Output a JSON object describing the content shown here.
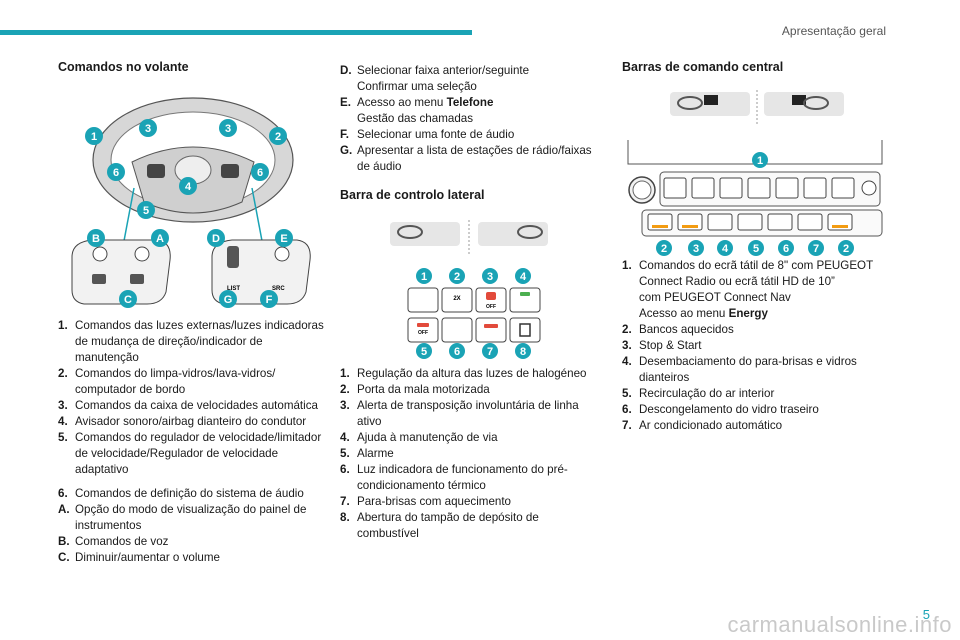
{
  "header": {
    "section": "Apresentação geral"
  },
  "col1": {
    "title": "Comandos no volante",
    "labels": [
      "1",
      "3",
      "3",
      "2",
      "6",
      "6",
      "4",
      "5",
      "B",
      "A",
      "D",
      "E",
      "C",
      "G",
      "F"
    ],
    "items": [
      {
        "num": "1.",
        "text": "Comandos das luzes externas/luzes indicadoras de mudança de direção/indicador de manutenção"
      },
      {
        "num": "2.",
        "text": "Comandos do limpa-vidros/lava-vidros/ computador de bordo"
      },
      {
        "num": "3.",
        "text": "Comandos da caixa de velocidades automática"
      },
      {
        "num": "4.",
        "text": "Avisador sonoro/airbag dianteiro do condutor"
      },
      {
        "num": "5.",
        "text": "Comandos do regulador de velocidade/limitador de velocidade/Regulador de velocidade adaptativo"
      },
      {
        "num": "6.",
        "text": "Comandos de definição do sistema de áudio"
      },
      {
        "num": "A.",
        "text": "Opção do modo de visualização do painel de instrumentos"
      },
      {
        "num": "B.",
        "text": "Comandos de voz"
      },
      {
        "num": "C.",
        "text": "Diminuir/aumentar o volume"
      }
    ],
    "pad_labels": [
      "LIST",
      "SRC"
    ]
  },
  "col2": {
    "items_top": [
      {
        "num": "D.",
        "line1": "Selecionar faixa anterior/seguinte",
        "line2": "Confirmar uma seleção"
      },
      {
        "num": "E.",
        "line1_pre": "Acesso ao menu ",
        "line1_bold": "Telefone",
        "line2": "Gestão das chamadas"
      },
      {
        "num": "F.",
        "line1": "Selecionar uma fonte de áudio"
      },
      {
        "num": "G.",
        "line1": "Apresentar a lista de estações de rádio/faixas de áudio"
      }
    ],
    "title": "Barra de controlo lateral",
    "labels": [
      "1",
      "2",
      "3",
      "4",
      "5",
      "6",
      "7",
      "8"
    ],
    "icon_text": [
      "2X",
      "OFF",
      "OFF"
    ],
    "items": [
      {
        "num": "1.",
        "text": "Regulação da altura das luzes de halogéneo"
      },
      {
        "num": "2.",
        "text": "Porta da mala motorizada"
      },
      {
        "num": "3.",
        "text": "Alerta de transposição involuntária de linha ativo"
      },
      {
        "num": "4.",
        "text": "Ajuda à manutenção de via"
      },
      {
        "num": "5.",
        "text": "Alarme"
      },
      {
        "num": "6.",
        "text": "Luz indicadora de funcionamento do pré-condicionamento térmico"
      },
      {
        "num": "7.",
        "text": "Para-brisas com aquecimento"
      },
      {
        "num": "8.",
        "text": "Abertura do tampão de depósito de combustível"
      }
    ]
  },
  "col3": {
    "title": "Barras de comando central",
    "labels": [
      "1",
      "2",
      "3",
      "4",
      "5",
      "6",
      "7",
      "2"
    ],
    "items": [
      {
        "num": "1.",
        "lines": [
          "Comandos do ecrã tátil de 8\" com PEUGEOT",
          "Connect Radio ou ecrã tátil HD de 10”",
          "com PEUGEOT Connect Nav"
        ],
        "pre": "Acesso ao menu ",
        "bold": "Energy"
      },
      {
        "num": "2.",
        "text": "Bancos aquecidos"
      },
      {
        "num": "3.",
        "text": "Stop & Start"
      },
      {
        "num": "4.",
        "text": "Desembaciamento do para-brisas e vidros dianteiros"
      },
      {
        "num": "5.",
        "text": "Recirculação do ar interior"
      },
      {
        "num": "6.",
        "text": "Descongelamento do vidro traseiro"
      },
      {
        "num": "7.",
        "text": "Ar condicionado automático"
      }
    ]
  },
  "footer": {
    "page": "5",
    "watermark": "carmanualsonline.info"
  }
}
